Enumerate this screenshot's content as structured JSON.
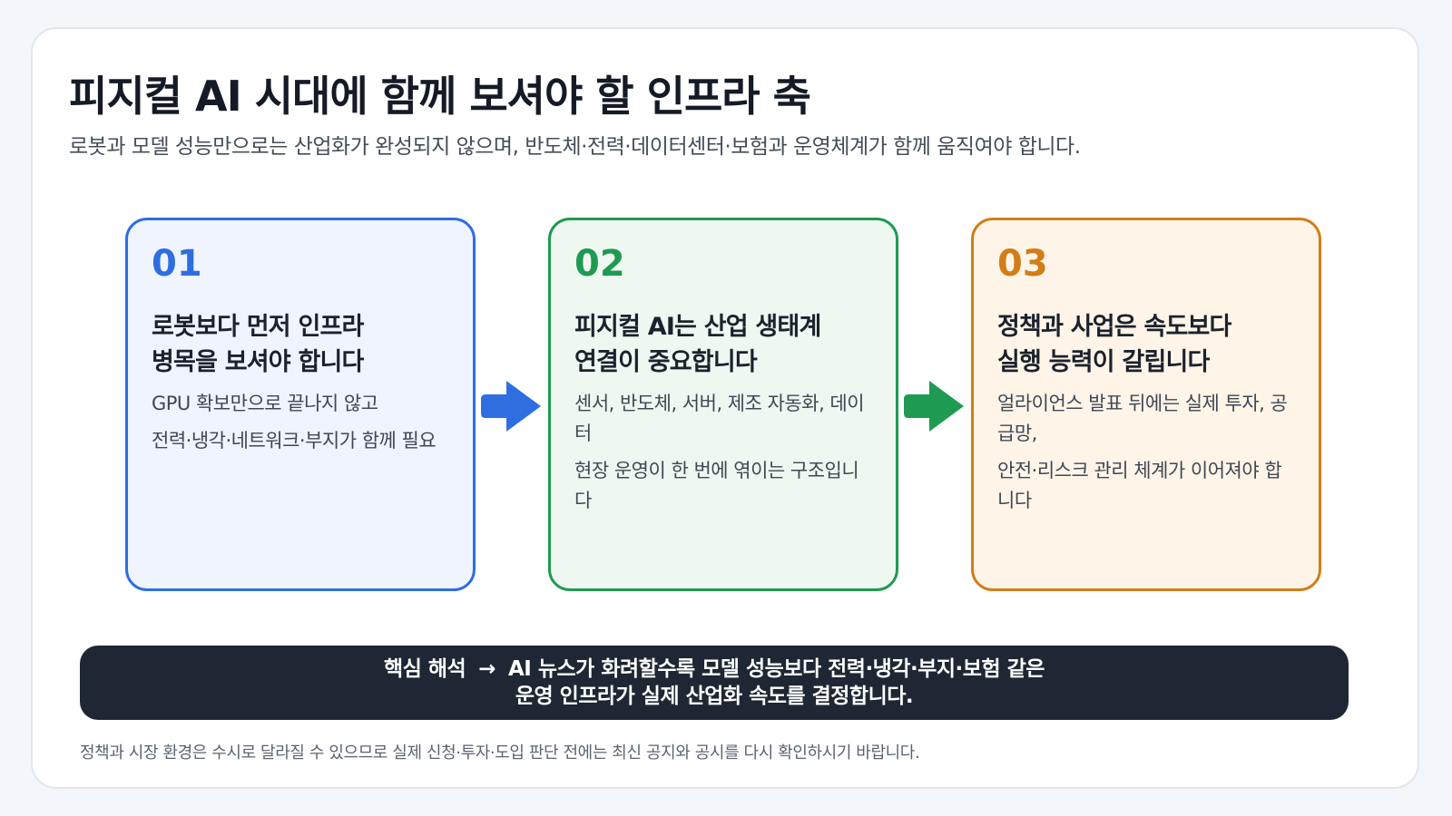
{
  "header": {
    "title": "피지컬 AI 시대에 함께 보셔야 할 인프라 축",
    "subtitle": "로봇과 모델 성능만으로는 산업화가 완성되지 않으며, 반도체·전력·데이터센터·보험과 운영체계가 함께 움직여야 합니다."
  },
  "cards": [
    {
      "number": "01",
      "title_lines": [
        "로봇보다 먼저 인프라",
        "병목을 보셔야 합니다"
      ],
      "body": [
        "GPU 확보만으로 끝나지 않고",
        "전력·냉각·네트워크·부지가 함께 필요"
      ],
      "color": "#2f6ee0"
    },
    {
      "number": "02",
      "title_lines": [
        "피지컬 AI는 산업 생태계",
        "연결이 중요합니다"
      ],
      "body": [
        "센서, 반도체, 서버, 제조 자동화, 데이터",
        "현장 운영이 한 번에 엮이는 구조입니다"
      ],
      "color": "#1f9a52"
    },
    {
      "number": "03",
      "title_lines": [
        "정책과 사업은 속도보다",
        "실행 능력이 갈립니다"
      ],
      "body": [
        "얼라이언스 발표 뒤에는 실제 투자, 공급망,",
        "안전·리스크 관리 체계가 이어져야 합니다"
      ],
      "color": "#d27d18"
    }
  ],
  "banner": {
    "label": "핵심 해석",
    "arrow": "→",
    "line1": "AI 뉴스가 화려할수록 모델 성능보다 전력·냉각·부지·보험 같은",
    "line2": "운영 인프라가 실제 산업화 속도를 결정합니다."
  },
  "footnote": "정책과 시장 환경은 수시로 달라질 수 있으므로 실제 신청·투자·도입 판단 전에는 최신 공지와 공시를 다시 확인하시기 바랍니다."
}
